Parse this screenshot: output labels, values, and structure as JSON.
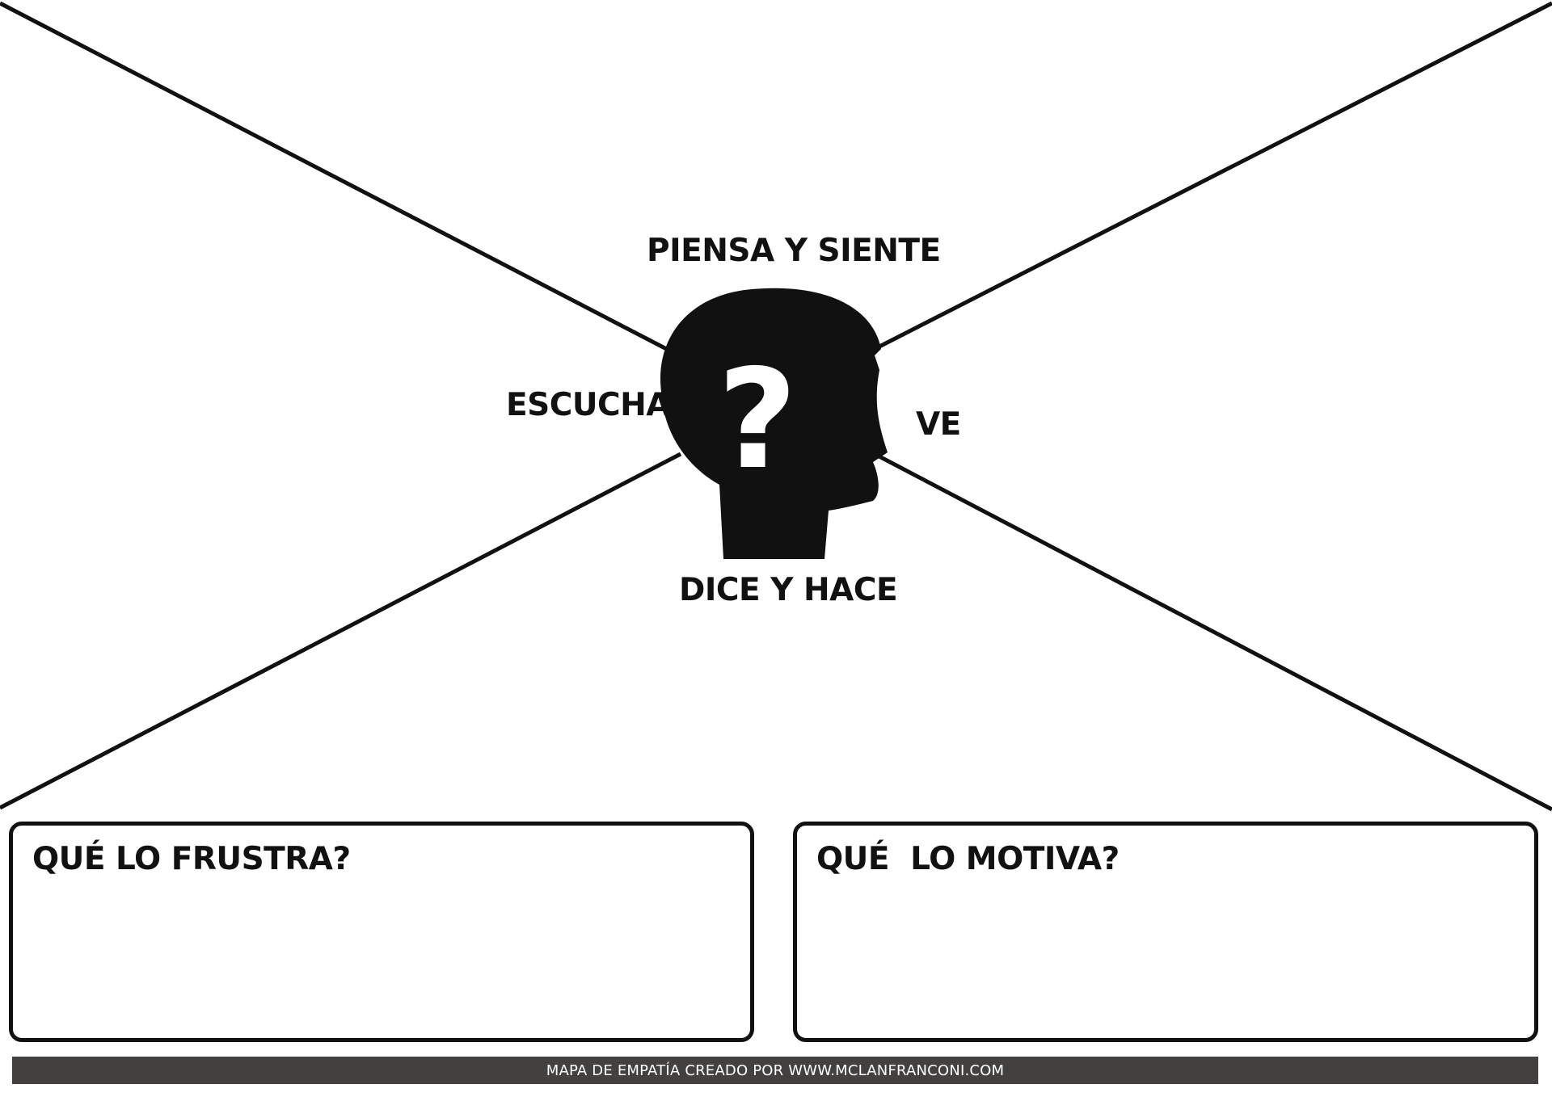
{
  "diagram": {
    "quadrants": {
      "top": "PIENSA Y SIENTE",
      "left": "ESCUCHA",
      "right": "VE",
      "bottom": "DICE Y HACE"
    },
    "center_icon": "head-question-mark-icon",
    "center_glyph": "?"
  },
  "boxes": {
    "frustra_title": "QUÉ LO FRUSTRA?",
    "motiva_title": "QUÉ  LO MOTIVA?"
  },
  "footer": {
    "text": "MAPA DE EMPATÍA CREADO POR WWW.MCLANFRANCONI.COM"
  },
  "colors": {
    "ink": "#111111",
    "footer_bg": "#434040",
    "footer_text": "#ffffff",
    "background": "#ffffff"
  }
}
